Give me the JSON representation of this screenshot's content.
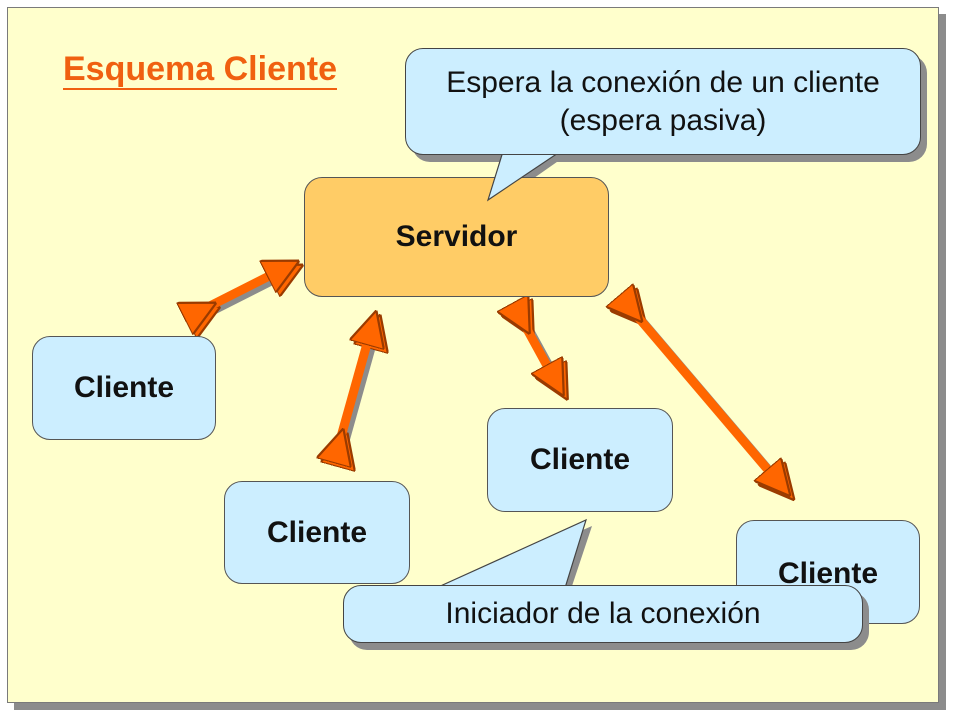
{
  "title": "Esquema Cliente",
  "server": {
    "label": "Servidor"
  },
  "clients": [
    {
      "label": "Cliente"
    },
    {
      "label": "Cliente"
    },
    {
      "label": "Cliente"
    },
    {
      "label": "Cliente"
    }
  ],
  "callouts": {
    "server_note": "Espera la conexión de un cliente  (espera pasiva)",
    "client_note": "Iniciador de la conexión"
  },
  "colors": {
    "background": "#ffffcc",
    "title": "#f06010",
    "server_fill": "#ffcc66",
    "client_fill": "#cceeff",
    "arrow": "#ff6600"
  }
}
